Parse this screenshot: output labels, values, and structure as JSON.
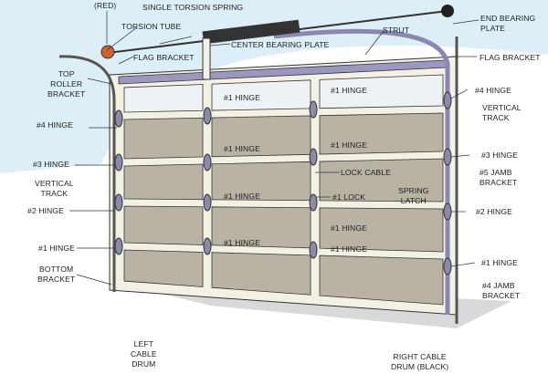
{
  "labels": {
    "red_partial": "(RED)",
    "single_torsion_spring": "SINGLE TORSION SPRING",
    "torsion_tube": "TORSION TUBE",
    "center_bearing_plate": "CENTER BEARING PLATE",
    "flag_bracket_left": "FLAG BRACKET",
    "strut": "STRUT",
    "end_bearing_plate": "END BEARING\nPLATE",
    "flag_bracket_right": "FLAG BRACKET",
    "top_roller_bracket": "TOP\nROLLER\nBRACKET",
    "hinge4_left": "#4 HINGE",
    "hinge3_left": "#3 HINGE",
    "vertical_track_left": "VERTICAL\nTRACK",
    "hinge2_left": "#2 HINGE",
    "hinge1_left": "#1 HINGE",
    "bottom_bracket": "BOTTOM\nBRACKET",
    "hinge1_a": "#1 HINGE",
    "hinge1_b": "#1 HINGE",
    "hinge1_c": "#1 HINGE",
    "hinge1_d": "#1 HINGE",
    "hinge1_e": "#1 HINGE",
    "hinge1_f": "#1 HINGE",
    "hinge1_g": "#1 HINGE",
    "hinge1_h": "#1 HINGE",
    "lock_cable": "LOCK CABLE",
    "lock1": "#1 LOCK",
    "spring_latch": "SPRING\nLATCH",
    "hinge4_right": "#4 HINGE",
    "vertical_track_right": "VERTICAL\nTRACK",
    "hinge3_right": "#3 HINGE",
    "jamb5": "#5 JAMB\nBRACKET",
    "hinge2_right": "#2 HINGE",
    "hinge1_right": "#1 HINGE",
    "jamb4": "#4 JAMB\nBRACKET",
    "left_cable_drum": "LEFT\nCABLE\nDRUM",
    "right_cable_drum": "RIGHT CABLE\nDRUM (BLACK)"
  },
  "colors": {
    "sky": "#dceef6",
    "panel": "#b9b3a6",
    "frame": "#f3f0e4",
    "strut": "#9a97c0",
    "drum_left": "#d2622a",
    "drum_right": "#222222"
  }
}
